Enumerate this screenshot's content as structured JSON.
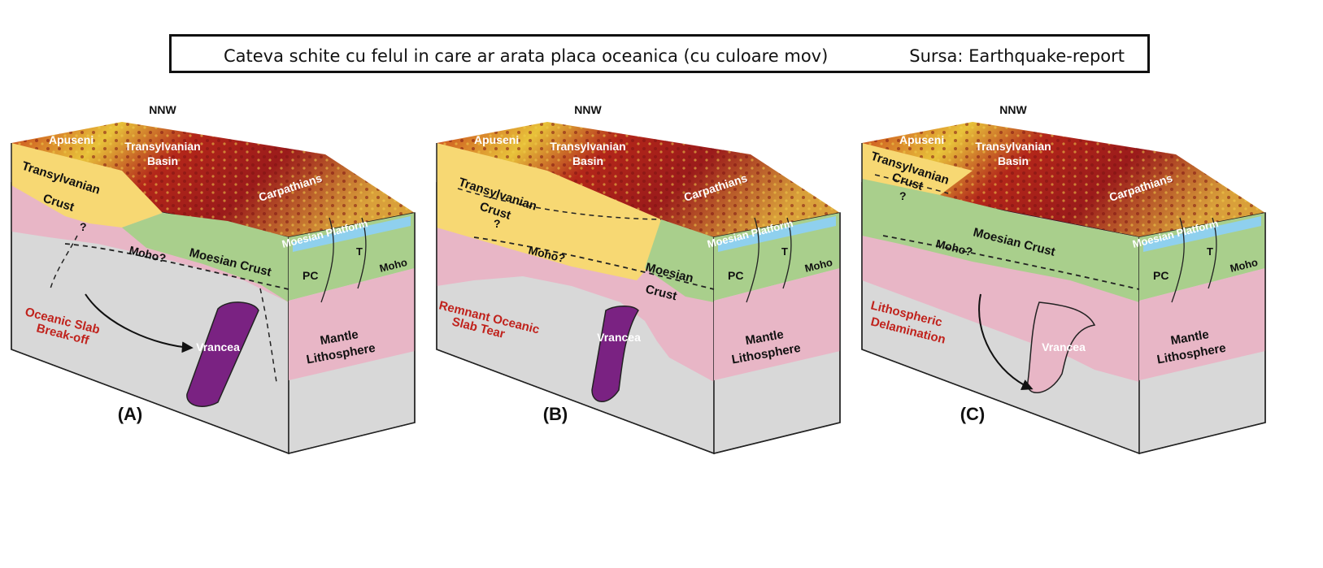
{
  "caption": {
    "text": "Cateva schite cu felul in care ar arata placa oceanica (cu culoare mov)",
    "source": "Sursa: Earthquake-report"
  },
  "colors": {
    "topography_dark": "#9b1b1b",
    "topography_mid": "#c8401a",
    "topography_light": "#e8c23a",
    "transylvanian_crust": "#f7d873",
    "moesian_crust": "#a9cf8c",
    "moesian_platform": "#8fd0ee",
    "mantle_lithosphere": "#e8b6c6",
    "asthenosphere": "#d8d8d8",
    "slab": "#7a2282",
    "model_name": "#c0221c"
  },
  "panels": [
    {
      "letter": "(A)",
      "north": "NNW",
      "apuseni": "Apuseni",
      "basin_1": "Transylvanian",
      "basin_2": "Basin",
      "carpathians": "Carpathians",
      "platform": "Moesian Platform",
      "tcrust_1": "Transylvanian",
      "tcrust_2": "Crust",
      "moesian_crust": "Moesian Crust",
      "moho_q": "Moho?",
      "moho": "Moho",
      "pc": "PC",
      "t": "T",
      "q": "?",
      "mantle_1": "Mantle",
      "mantle_2": "Lithosphere",
      "model_1": "Oceanic Slab",
      "model_2": "Break-off",
      "vrancea": "Vrancea"
    },
    {
      "letter": "(B)",
      "north": "NNW",
      "apuseni": "Apuseni",
      "basin_1": "Transylvanian",
      "basin_2": "Basin",
      "carpathians": "Carpathians",
      "platform": "Moesian Platform",
      "tcrust_1": "Transylvanian",
      "tcrust_2": "Crust",
      "moesian_1": "Moesian",
      "moesian_2": "Crust",
      "moho_q": "Moho?",
      "moho": "Moho",
      "pc": "PC",
      "t": "T",
      "q": "?",
      "mantle_1": "Mantle",
      "mantle_2": "Lithosphere",
      "model_1": "Remnant Oceanic",
      "model_2": "Slab Tear",
      "vrancea": "Vrancea"
    },
    {
      "letter": "(C)",
      "north": "NNW",
      "apuseni": "Apuseni",
      "basin_1": "Transylvanian",
      "basin_2": "Basin",
      "carpathians": "Carpathians",
      "platform": "Moesian Platform",
      "tcrust_1": "Transylvanian",
      "tcrust_2": "Crust",
      "moesian_crust": "Moesian Crust",
      "moho_q": "Moho?",
      "moho": "Moho",
      "pc": "PC",
      "t": "T",
      "q": "?",
      "mantle_1": "Mantle",
      "mantle_2": "Lithosphere",
      "model_1": "Lithospheric",
      "model_2": "Delamination",
      "vrancea": "Vrancea"
    }
  ]
}
